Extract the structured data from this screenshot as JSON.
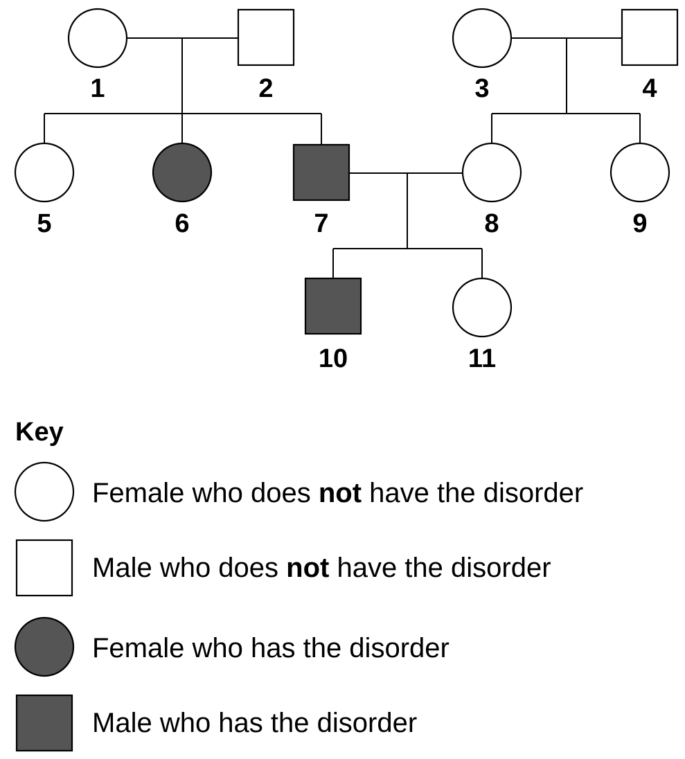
{
  "colors": {
    "affected": "#555555",
    "unaffected": "#ffffff",
    "outline": "#000000"
  },
  "individuals": [
    {
      "id": "1",
      "sex": "female",
      "affected": false
    },
    {
      "id": "2",
      "sex": "male",
      "affected": false
    },
    {
      "id": "3",
      "sex": "female",
      "affected": false
    },
    {
      "id": "4",
      "sex": "male",
      "affected": false
    },
    {
      "id": "5",
      "sex": "female",
      "affected": false
    },
    {
      "id": "6",
      "sex": "female",
      "affected": true
    },
    {
      "id": "7",
      "sex": "male",
      "affected": true
    },
    {
      "id": "8",
      "sex": "female",
      "affected": false
    },
    {
      "id": "9",
      "sex": "female",
      "affected": false
    },
    {
      "id": "10",
      "sex": "male",
      "affected": true
    },
    {
      "id": "11",
      "sex": "female",
      "affected": false
    }
  ],
  "matings": [
    {
      "partners": [
        "1",
        "2"
      ],
      "children": [
        "5",
        "6",
        "7"
      ]
    },
    {
      "partners": [
        "3",
        "4"
      ],
      "children": [
        "8",
        "9"
      ]
    },
    {
      "partners": [
        "7",
        "8"
      ],
      "children": [
        "10",
        "11"
      ]
    }
  ],
  "key": {
    "title": "Key",
    "items": [
      {
        "symbol": "female-unaffected",
        "text_before": "Female who does ",
        "text_bold": "not",
        "text_after": " have the disorder"
      },
      {
        "symbol": "male-unaffected",
        "text_before": "Male who does ",
        "text_bold": "not",
        "text_after": " have the disorder"
      },
      {
        "symbol": "female-affected",
        "text_before": "Female who has the disorder",
        "text_bold": "",
        "text_after": ""
      },
      {
        "symbol": "male-affected",
        "text_before": "Male who has the disorder",
        "text_bold": "",
        "text_after": ""
      }
    ]
  }
}
